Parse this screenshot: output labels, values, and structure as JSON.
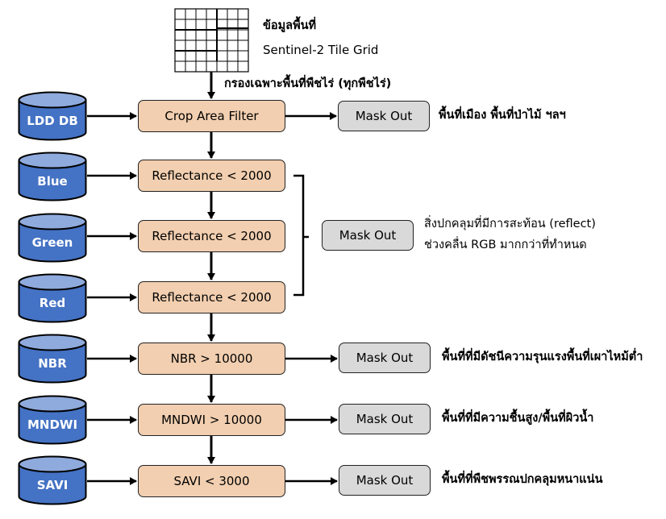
{
  "source": {
    "title_th": "ข้อมูลพื้นที่",
    "title_en": "Sentinel-2 Tile Grid",
    "filter_caption": "กรองเฉพาะพื้นที่พืชไร่ (ทุกพืชไร่)",
    "icon": "grid-icon"
  },
  "databases": [
    {
      "label": "LDD DB"
    },
    {
      "label": "Blue"
    },
    {
      "label": "Green"
    },
    {
      "label": "Red"
    },
    {
      "label": "NBR"
    },
    {
      "label": "MNDWI"
    },
    {
      "label": "SAVI"
    }
  ],
  "process_steps": [
    {
      "label": "Crop Area Filter"
    },
    {
      "label": "Reflectance < 2000"
    },
    {
      "label": "Reflectance < 2000"
    },
    {
      "label": "Reflectance < 2000"
    },
    {
      "label": "NBR > 10000"
    },
    {
      "label": "MNDWI > 10000"
    },
    {
      "label": "SAVI < 3000"
    }
  ],
  "mask_outputs": [
    {
      "label": "Mask Out",
      "note": "พื้นที่เมือง พื้นที่ป่าไม้ ฯลฯ"
    },
    {
      "label": "Mask Out",
      "note_line1": "สิ่งปกคลุมที่มีการสะท้อน (reflect)",
      "note_line2": "ช่วงคลื่น RGB มากกว่าที่ทำหนด"
    },
    {
      "label": "Mask Out",
      "note": "พื้นที่ที่มีดัชนีความรุนแรงพื้นที่เผาไหม้ต่ำ"
    },
    {
      "label": "Mask Out",
      "note": "พื้นที่ที่มีความชื้นสูง/พื้นที่ผิวน้ำ"
    },
    {
      "label": "Mask Out",
      "note": "พื้นที่ที่พืชพรรณปกคลุมหนาแน่น"
    }
  ],
  "colors": {
    "db_body": "#4472c4",
    "db_top": "#8faadc",
    "process_fill": "#f2cfb0",
    "mask_fill": "#d9d9d9",
    "stroke": "#000000"
  }
}
